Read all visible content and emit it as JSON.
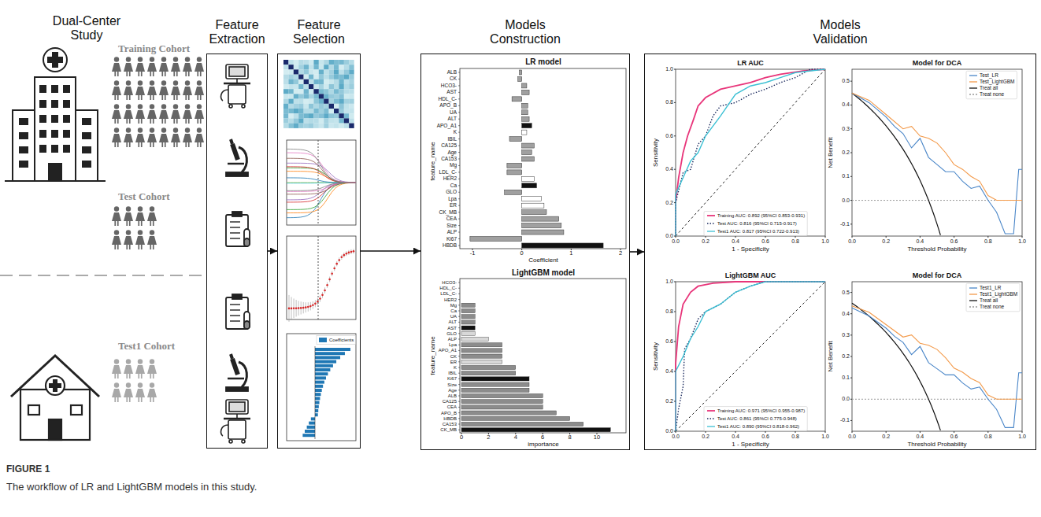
{
  "diagram": {
    "nodes": [
      {
        "text": [
          "Feature Extraction"
        ]
      },
      {
        "text": [
          "Feature Selection"
        ]
      },
      {
        "text": [
          "Models Construction"
        ]
      },
      {
        "text": [
          "Models Validation"
        ]
      }
    ],
    "edges": [
      {
        "from": 0,
        "to": 1,
        "arrow": "to"
      },
      {
        "from": 1,
        "to": 2,
        "arrow": "to"
      },
      {
        "from": 2,
        "to": 3,
        "arrow": "to"
      }
    ],
    "labels": [
      "Dual-Center Study",
      "Training Cohort",
      "Test Cohort",
      "Test1 Cohort",
      "LR model",
      "feature_name",
      "Coefficient",
      "-1",
      "0",
      "1",
      "2",
      "ALB",
      "CK",
      "HCO3-",
      "AST",
      "HDL_C-",
      "APO_B",
      "UA",
      "ALT",
      "APO_A1",
      "K",
      "IBIL",
      "CA125",
      "Age",
      "CA153",
      "Mg",
      "LDL_C-",
      "HER2",
      "Ca",
      "GLO",
      "Lpa",
      "ER",
      "CK_MB",
      "CEA",
      "Size",
      "ALP",
      "Ki67",
      "HBDB",
      "LightGBM model",
      "feature_name",
      "importance",
      "0",
      "2",
      "4",
      "6",
      "8",
      "10",
      "HCO3-",
      "HDL_C-",
      "LDL_C-",
      "HER2",
      "Mg",
      "Ca",
      "UA",
      "ALT",
      "AST",
      "GLO",
      "ALP",
      "Lpa",
      "APO_A1",
      "CK",
      "ER",
      "K",
      "IBIL",
      "Ki67",
      "Size",
      "Age",
      "ALB",
      "CA125",
      "CEA",
      "APO_B",
      "HBDB",
      "CA153",
      "CK_MB",
      "LR AUC",
      "Sensitivity",
      "1 - Specificity",
      "0.0",
      "0.2",
      "0.4",
      "0.6",
      "0.8",
      "1.0",
      "0.0",
      "0.2",
      "0.4",
      "0.6",
      "0.8",
      "1.0",
      "Model for DCA",
      "Net Benefit",
      "Threshold Probability",
      "0.5",
      "0.4",
      "0.3",
      "0.2",
      "0.1",
      "0.0",
      "-0.1",
      "0.0",
      "0.2",
      "0.4",
      "0.6",
      "0.8",
      "1.0",
      "LightGBM AUC",
      "Sensitivity",
      "1 - Specificity",
      "0.0",
      "0.2",
      "0.4",
      "0.6",
      "0.8",
      "1.0",
      "0.0",
      "0.2",
      "0.4",
      "0.6",
      "0.8",
      "1.0",
      "Model for DCA",
      "Net Benefit",
      "Threshold Probability",
      "0.5",
      "0.4",
      "0.3",
      "0.2",
      "0.1",
      "0.0",
      "-0.1",
      "0.0",
      "0.2",
      "0.4",
      "0.6",
      "0.8",
      "1.0",
      "FIGURE 1",
      "The workflow of LR and LightGBM models in this study."
    ],
    "legend": [
      {
        "text": "Coefficients",
        "color": "#1f77b4"
      },
      {
        "text": "Training AUC: 0.892 (95%CI 0.853-0.931)"
      },
      {
        "text": "Test AUC: 0.816 (95%CI 0.715-0.917)"
      },
      {
        "text": "Test1 AUC: 0.817 (95%CI 0.722-0.913)"
      },
      {
        "text": "Test_LR"
      },
      {
        "text": "Test_LightGBM"
      },
      {
        "text": "Treat all"
      },
      {
        "text": "Treat none"
      },
      {
        "text": "Training AUC: 0.971 (95%CI 0.955-0.987)"
      },
      {
        "text": "Test AUC: 0.861 (95%CI 0.775-0.948)"
      },
      {
        "text": "Test1 AUC: 0.890 (95%CI 0.818-0.962)"
      },
      {
        "text": "Test1_LR"
      },
      {
        "text": "Test1_LightGBM"
      },
      {
        "text": "Treat all"
      },
      {
        "text": "Treat none"
      }
    ]
  }
}
